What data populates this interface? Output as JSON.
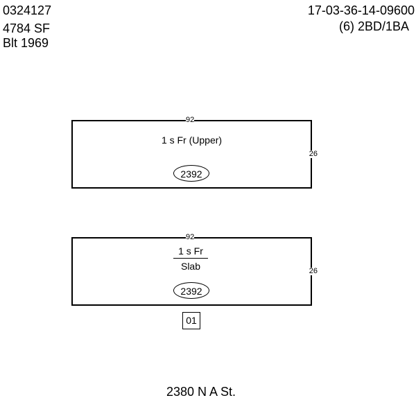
{
  "header": {
    "parcel_id": "0324127",
    "square_feet": "4784  SF",
    "year_built": "Blt 1969",
    "map_number": "17-03-36-14-09600",
    "units": "(6)  2BD/1BA"
  },
  "sections": [
    {
      "width_label": "92",
      "depth_label": "26",
      "description": "1 s Fr  (Upper)",
      "area": "2392"
    },
    {
      "width_label": "92",
      "depth_label": "26",
      "description": "1 s Fr",
      "foundation": "Slab",
      "area": "2392"
    }
  ],
  "building_tag": "01",
  "address": "2380 N A St."
}
